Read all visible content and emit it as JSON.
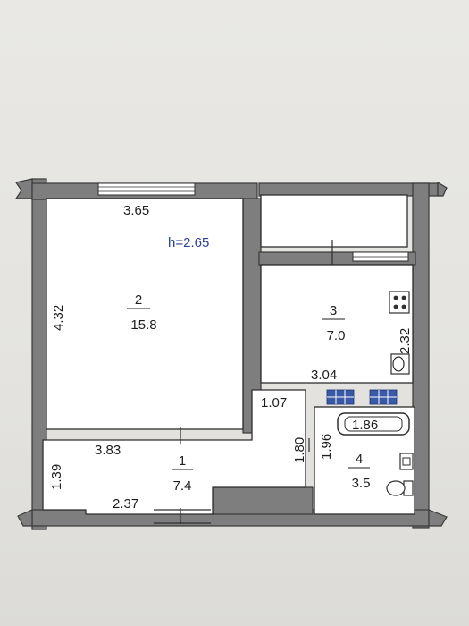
{
  "plan": {
    "ceiling_height": "h=2.65",
    "rooms": [
      {
        "number": "2",
        "area": "15.8"
      },
      {
        "number": "3",
        "area": "7.0"
      },
      {
        "number": "1",
        "area": "7.4"
      },
      {
        "number": "4",
        "area": "3.5"
      }
    ],
    "dimensions": {
      "room2_width": "3.65",
      "room2_height": "4.32",
      "room3_height": "2.32",
      "room3_width": "3.04",
      "hall_width": "1.07",
      "corridor_width": "3.83",
      "corridor_height": "1.39",
      "corridor_bottom": "2.37",
      "corridor_side": "1.80",
      "bath_height": "1.96",
      "bath_tub": "1.86"
    },
    "colors": {
      "wall": "#7e7e7e",
      "room": "#ffffff",
      "label_blue": "#2a3f9a",
      "tile": "#3a5aa8"
    }
  }
}
